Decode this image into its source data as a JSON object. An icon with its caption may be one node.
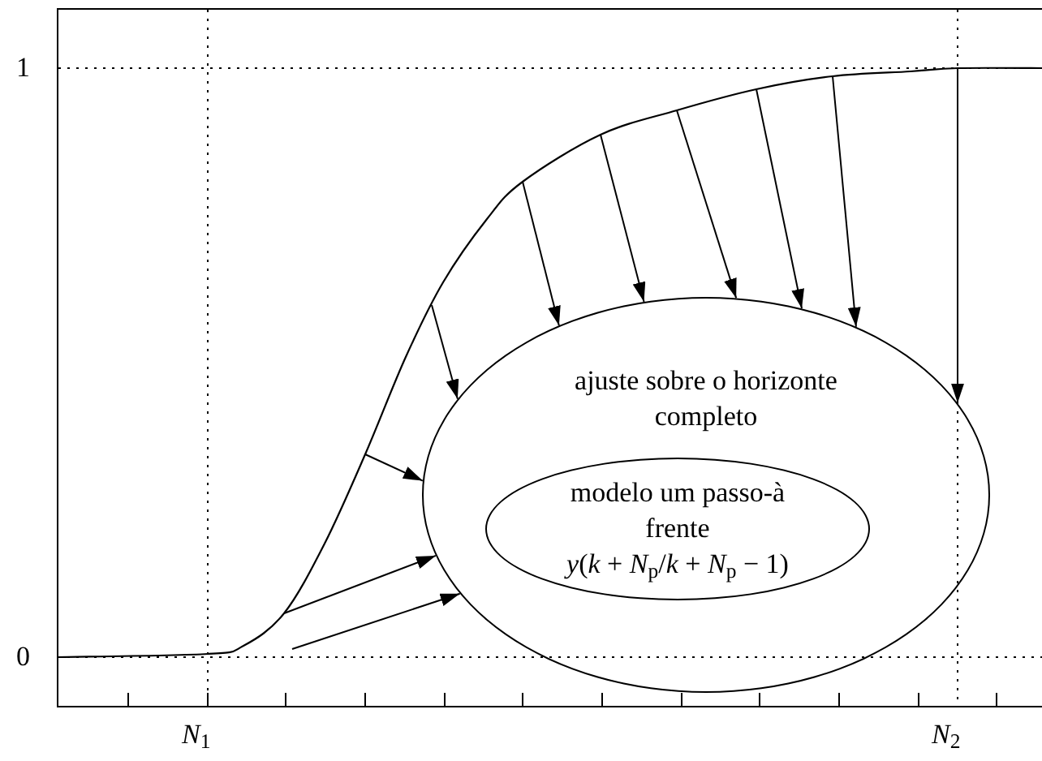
{
  "diagram": {
    "nodes": [
      {
        "text": [
          "ajuste sobre o horizonte completo"
        ]
      },
      {
        "text": [
          "modelo um passo-à frente",
          "*y*(*k* + *N*$_{p}$/*k* + *N*$_{p}$ − 1)"
        ],
        "in": 0
      },
      {
        "text": [],
        "shape": "curve"
      }
    ],
    "edges": [
      {
        "from": 2,
        "to": 0,
        "arrow": "to"
      },
      {
        "from": 2,
        "to": 0,
        "arrow": "to"
      },
      {
        "from": 2,
        "to": 0,
        "arrow": "to"
      },
      {
        "from": 2,
        "to": 0,
        "arrow": "to"
      },
      {
        "from": 2,
        "to": 0,
        "arrow": "to"
      },
      {
        "from": 2,
        "to": 0,
        "arrow": "to"
      },
      {
        "from": 2,
        "to": 0,
        "arrow": "to"
      },
      {
        "from": 2,
        "to": 0,
        "arrow": "to"
      },
      {
        "from": 2,
        "to": 0,
        "arrow": "to"
      },
      {
        "from": 2,
        "to": 0,
        "arrow": "to"
      }
    ],
    "labels": [
      "1",
      "0",
      "*N*$_{1}$",
      "*N*$_{2}$"
    ]
  }
}
